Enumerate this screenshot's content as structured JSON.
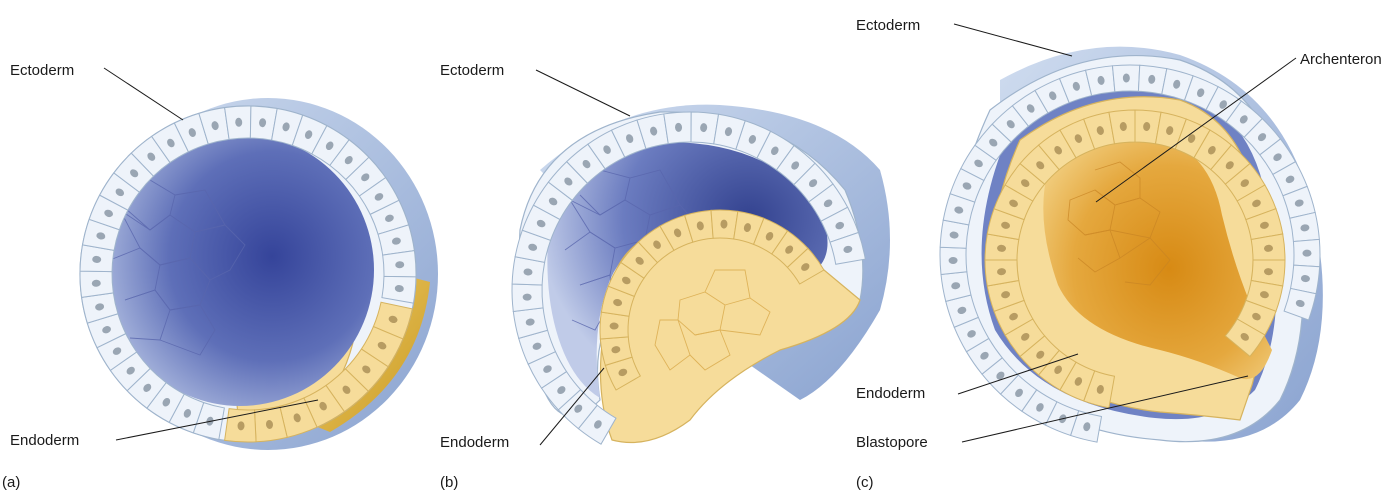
{
  "panels": [
    {
      "id": "a",
      "panel_label": "(a)",
      "labels": {
        "ectoderm": "Ectoderm",
        "endoderm": "Endoderm"
      }
    },
    {
      "id": "b",
      "panel_label": "(b)",
      "labels": {
        "ectoderm": "Ectoderm",
        "endoderm": "Endoderm"
      }
    },
    {
      "id": "c",
      "panel_label": "(c)",
      "labels": {
        "ectoderm": "Ectoderm",
        "archenteron": "Archenteron",
        "endoderm": "Endoderm",
        "blastopore": "Blastopore"
      }
    }
  ],
  "colors": {
    "blastocoel": "#3f4fa0",
    "blastocoel_light": "#b9c6e6",
    "ectoderm": "#eef3fa",
    "endoderm": "#f6dc9a",
    "archenteron": "#d9901e",
    "outer_shell": "#a9bedf"
  }
}
